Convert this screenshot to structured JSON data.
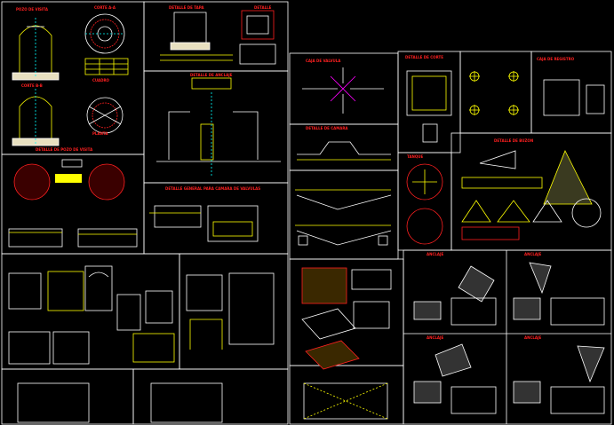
{
  "sheet": {
    "background": "#000000",
    "colors": {
      "frame": "#ffffff",
      "title": "#ff2020",
      "line": "#ffffff",
      "accent": "#ffff00",
      "hatch": "#ff2020",
      "dim": "#00ffff",
      "aux": "#ff00ff",
      "fill": "#e8e0c0",
      "cell": "#ffff00"
    },
    "panel_titles": {
      "p01": "POZO DE VISITA",
      "p02": "CORTE A-A",
      "p03": "CORTE B-B",
      "p04": "PLANTA",
      "p05": "CUADRO",
      "p06": "DETALLE DE POZO DE VISITA",
      "p07": "DETALLE DE TAPA",
      "p08": "DETALLE",
      "p09": "DETALLE DE ANCLAJE",
      "p10": "CAJA DE VALVULA",
      "p11": "DETALLE DE CAMARA",
      "p12": "DETALLE DE CORTE",
      "p13": "TANQUE",
      "p14": "DETALLE DE BUZON",
      "p15": "CAJA DE REGISTRO",
      "p16": "ANCLAJE",
      "p17": "ANCLAJE",
      "p18": "ANCLAJE",
      "p19": "ANCLAJE"
    },
    "notes_main": "DETALLE GENERAL PARA CAMARA DE VALVULAS"
  }
}
